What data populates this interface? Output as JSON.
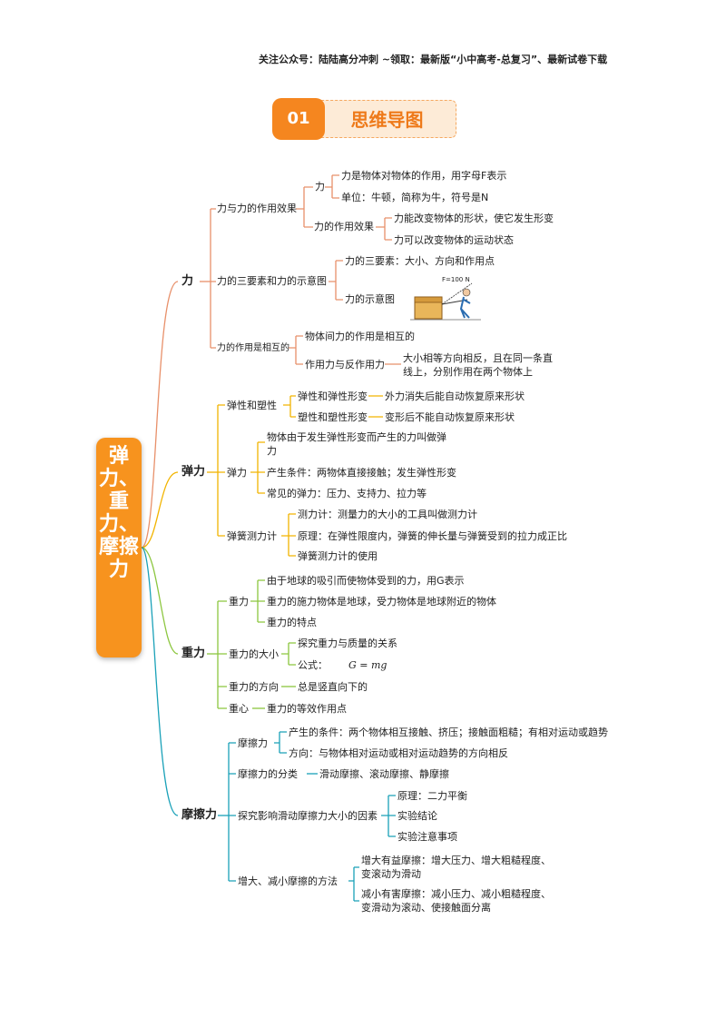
{
  "header": "关注公众号：陆陆高分冲刺  ~领取：最新版“小中高考-总复习”、最新试卷下载",
  "banner": {
    "number": "01",
    "title": "思维导图"
  },
  "root": "弹力、重力、摩擦力",
  "colors": {
    "orange": "#f5861f",
    "branch1": "#e8906a",
    "branch2": "#f2b400",
    "branch3": "#8cc63f",
    "branch4": "#1aa1b8"
  },
  "force": {
    "label": "力",
    "effect": {
      "label": "力与力的作用效果",
      "force_node": {
        "label": "力",
        "definition": "力是物体对物体的作用，用字母F表示",
        "unit": "单位：牛顿，简称为牛，符号是N"
      },
      "effect_node": {
        "label": "力的作用效果",
        "shape": "力能改变物体的形状，使它发生形变",
        "motion": "力可以改变物体的运动状态"
      }
    },
    "three_elements": {
      "label": "力的三要素和力的示意图",
      "elements": "力的三要素：大小、方向和作用点",
      "diagram": "力的示意图",
      "figure_label": "F=100 N"
    },
    "mutual": {
      "label": "力的作用是相互的",
      "interaction": "物体间力的作用是相互的",
      "pair_label": "作用力与反作用力",
      "pair_desc": "大小相等方向相反，且在同一条直线上，分别作用在两个物体上"
    }
  },
  "elastic": {
    "label": "弹力",
    "elasticity": {
      "label": "弹性和塑性",
      "elastic_label": "弹性和弹性形变",
      "elastic_desc": "外力消失后能自动恢复原来形状",
      "plastic_label": "塑性和塑性形变",
      "plastic_desc": "变形后不能自动恢复原来形状"
    },
    "force": {
      "label": "弹力",
      "definition": "物体由于发生弹性形变而产生的力叫做弹力",
      "condition": "产生条件：两物体直接接触；发生弹性形变",
      "common": "常见的弹力：压力、支持力、拉力等"
    },
    "meter": {
      "label": "弹簧测力计",
      "dynamometer": "测力计：测量力的大小的工具叫做测力计",
      "principle": "原理：在弹性限度内，弹簧的伸长量与弹簧受到的拉力成正比",
      "usage": "弹簧测力计的使用"
    }
  },
  "gravity": {
    "label": "重力",
    "gravity_node": {
      "label": "重力",
      "definition": "由于地球的吸引而使物体受到的力，用G表示",
      "source": "重力的施力物体是地球，受力物体是地球附近的物体",
      "features": "重力的特点"
    },
    "magnitude": {
      "label": "重力的大小",
      "explore": "探究重力与质量的关系",
      "formula_label": "公式：",
      "formula": "G = mg"
    },
    "direction": {
      "label": "重力的方向",
      "desc": "总是竖直向下的"
    },
    "center": {
      "label": "重心",
      "desc": "重力的等效作用点"
    }
  },
  "friction": {
    "label": "摩擦力",
    "friction_node": {
      "label": "摩擦力",
      "condition": "产生的条件：两个物体相互接触、挤压；接触面粗糙；有相对运动或趋势",
      "direction": "方向：与物体相对运动或相对运动趋势的方向相反"
    },
    "types": {
      "label": "摩擦力的分类",
      "desc": "滑动摩擦、滚动摩擦、静摩擦"
    },
    "explore": {
      "label": "探究影响滑动摩擦力大小的因素",
      "principle": "原理：二力平衡",
      "conclusion": "实验结论",
      "notes": "实验注意事项"
    },
    "methods": {
      "label": "增大、减小摩擦的方法",
      "increase": "增大有益摩擦：增大压力、增大粗糙程度、变滚动为滑动",
      "decrease": "减小有害摩擦：减小压力、减小粗糙程度、变滑动为滚动、使接触面分离"
    }
  }
}
